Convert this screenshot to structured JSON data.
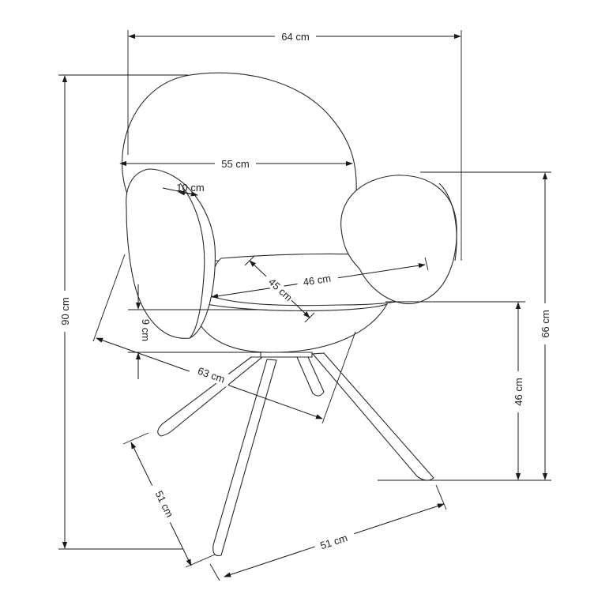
{
  "dimensions": {
    "total_width": "64 cm",
    "backrest_width": "55 cm",
    "armrest_thickness": "10 cm",
    "seat_depth": "45 cm",
    "seat_width": "46 cm",
    "total_height": "90 cm",
    "seat_thickness": "9 cm",
    "armrest_height": "66 cm",
    "seat_height": "46 cm",
    "diagonal": "63 cm",
    "base_depth": "51 cm",
    "base_width": "51 cm"
  }
}
